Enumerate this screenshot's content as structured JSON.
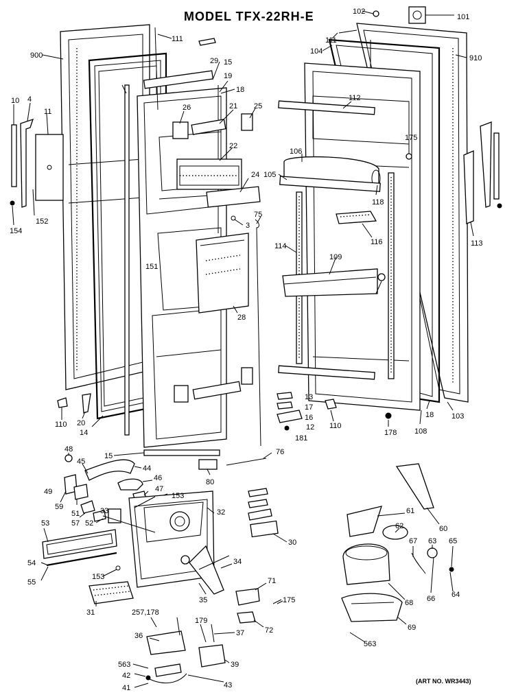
{
  "title": "MODEL TFX-22RH-E",
  "art_number": "(ART NO. WR3443)",
  "callouts": [
    "900",
    "111",
    "29",
    "15",
    "19",
    "18",
    "26",
    "21",
    "25",
    "22",
    "24",
    "75",
    "3",
    "28",
    "151",
    "10",
    "4",
    "11",
    "152",
    "154",
    "110",
    "20",
    "14",
    "15",
    "80",
    "76",
    "102",
    "101",
    "910",
    "111",
    "104",
    "112",
    "175",
    "106",
    "105",
    "118",
    "116",
    "114",
    "109",
    "108",
    "103",
    "113",
    "18",
    "13",
    "17",
    "16",
    "12",
    "181",
    "110",
    "178",
    "48",
    "45",
    "44",
    "46",
    "49",
    "47",
    "153",
    "59",
    "51",
    "57",
    "52",
    "53",
    "33",
    "32",
    "30",
    "54",
    "55",
    "153",
    "31",
    "35",
    "34",
    "71",
    "175",
    "257,178",
    "179",
    "37",
    "36",
    "72",
    "563",
    "39",
    "42",
    "41",
    "43",
    "61",
    "62",
    "60",
    "67",
    "63",
    "65",
    "66",
    "64",
    "68",
    "69",
    "563"
  ]
}
